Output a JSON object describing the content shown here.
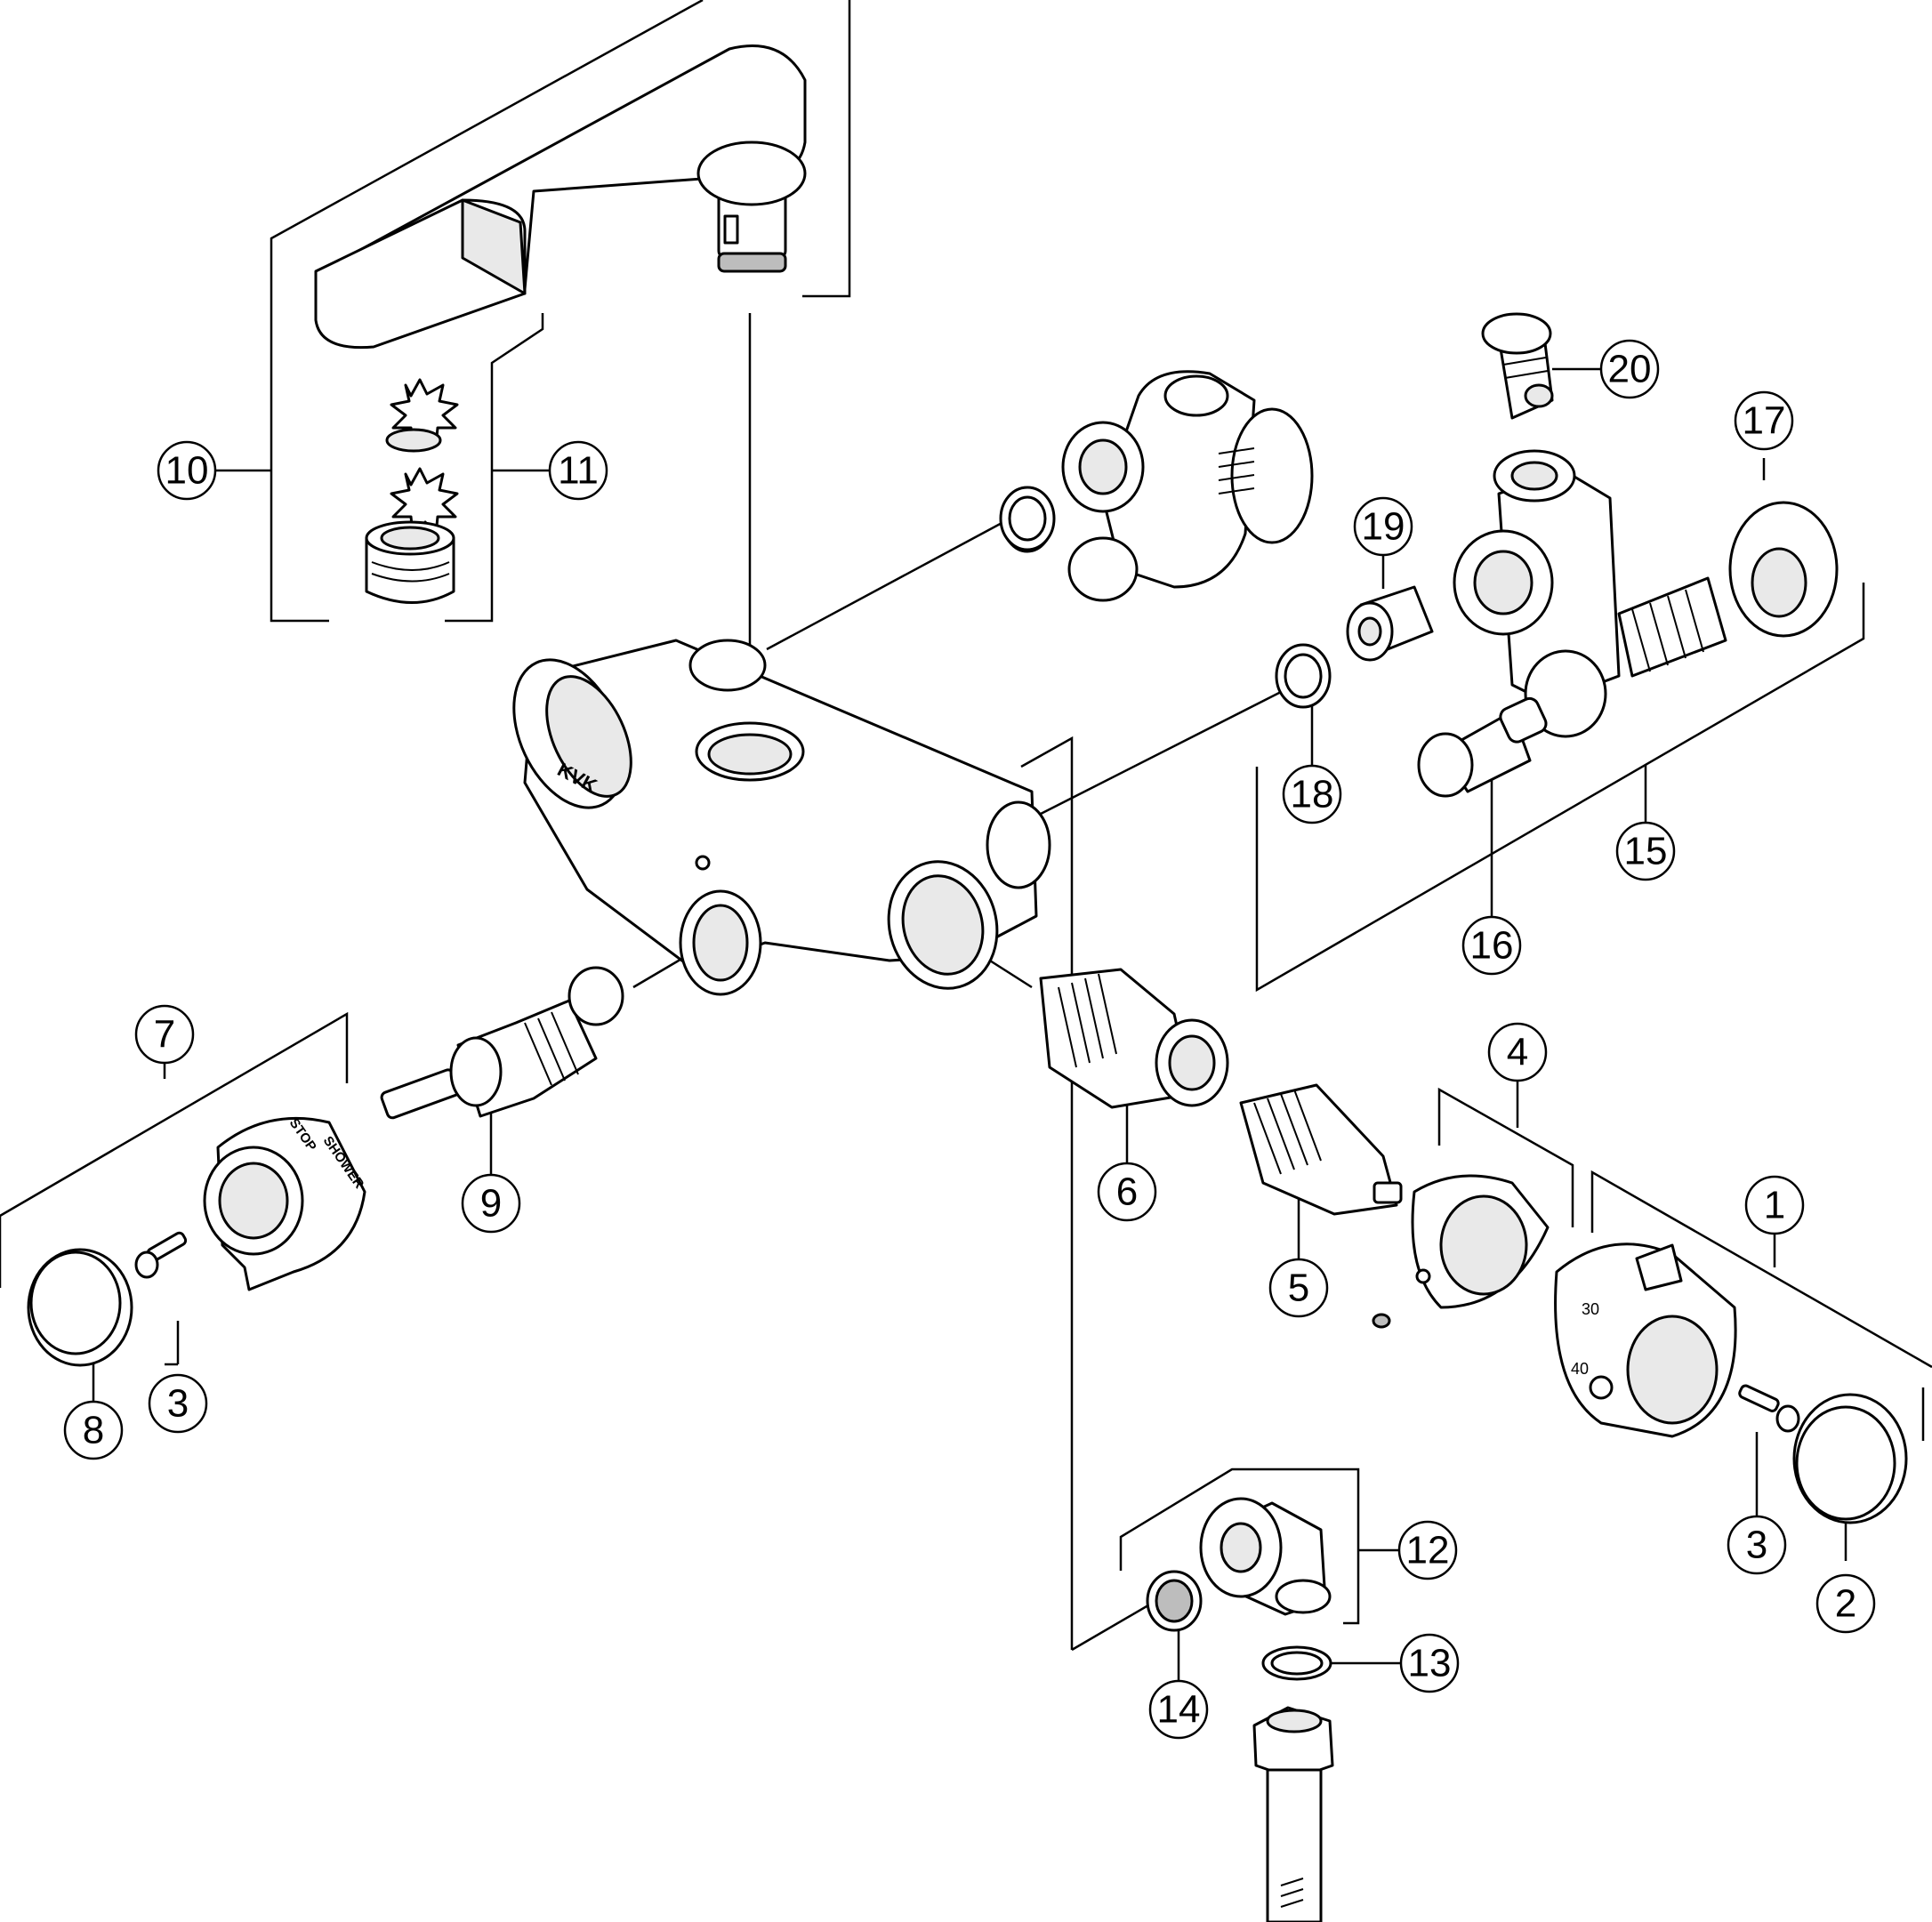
{
  "brand_mark": "KVK",
  "lever_print": {
    "stop": "STOP",
    "shower": "SHOWER"
  },
  "dial_scale": [
    "30",
    "40"
  ],
  "callouts": [
    {
      "id": "1",
      "label": "1"
    },
    {
      "id": "2",
      "label": "2"
    },
    {
      "id": "3a",
      "label": "3"
    },
    {
      "id": "3b",
      "label": "3"
    },
    {
      "id": "4",
      "label": "4"
    },
    {
      "id": "5",
      "label": "5"
    },
    {
      "id": "6",
      "label": "6"
    },
    {
      "id": "7",
      "label": "7"
    },
    {
      "id": "8",
      "label": "8"
    },
    {
      "id": "9",
      "label": "9"
    },
    {
      "id": "10",
      "label": "10"
    },
    {
      "id": "11",
      "label": "11"
    },
    {
      "id": "12",
      "label": "12"
    },
    {
      "id": "13",
      "label": "13"
    },
    {
      "id": "14",
      "label": "14"
    },
    {
      "id": "15",
      "label": "15"
    },
    {
      "id": "16",
      "label": "16"
    },
    {
      "id": "17",
      "label": "17"
    },
    {
      "id": "18",
      "label": "18"
    },
    {
      "id": "19",
      "label": "19"
    },
    {
      "id": "20",
      "label": "20"
    }
  ]
}
